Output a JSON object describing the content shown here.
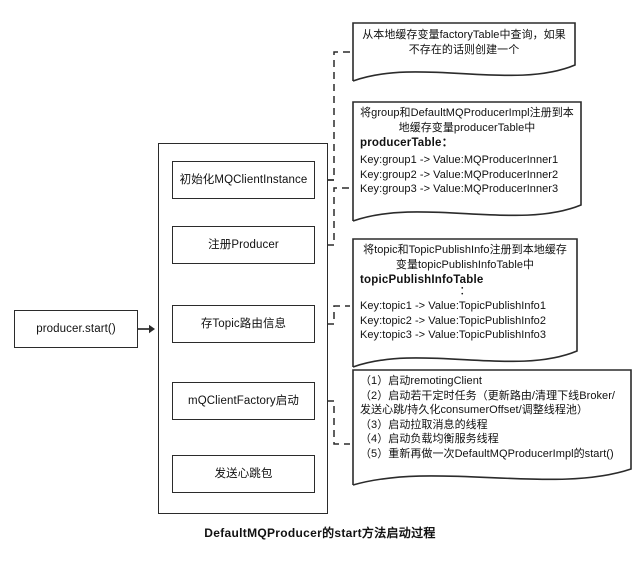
{
  "diagram": {
    "caption": "DefaultMQProducer的start方法启动过程",
    "entry": {
      "label": "producer.start()"
    },
    "flow_nodes": [
      {
        "label": "初始化MQClientInstance"
      },
      {
        "label": "注册Producer"
      },
      {
        "label": "存Topic路由信息"
      },
      {
        "label": "mQClientFactory启动"
      },
      {
        "label": "发送心跳包"
      }
    ],
    "annotations": [
      {
        "id": "factory-table-note",
        "head": "从本地缓存变量factoryTable中查询，如果不存在的话则创建一个",
        "key_title": "",
        "colon": "",
        "rows": []
      },
      {
        "id": "producer-table-note",
        "head": "将group和DefaultMQProducerImpl注册到本地缓存变量producerTable中",
        "key_title": "producerTable：",
        "colon": "",
        "rows": [
          "Key:group1 -> Value:MQProducerInner1",
          "Key:group2 -> Value:MQProducerInner2",
          "Key:group3 -> Value:MQProducerInner3"
        ]
      },
      {
        "id": "topic-publish-info-table-note",
        "head": "将topic和TopicPublishInfo注册到本地缓存变量topicPublishInfoTable中",
        "key_title": "topicPublishInfoTable",
        "colon": "：",
        "rows": [
          "Key:topic1 -> Value:TopicPublishInfo1",
          "Key:topic2 -> Value:TopicPublishInfo2",
          "Key:topic3 -> Value:TopicPublishInfo3"
        ]
      },
      {
        "id": "mqclientfactory-start-note",
        "head": "",
        "key_title": "",
        "colon": "",
        "rows": [
          "（1）启动remotingClient",
          "（2）启动若干定时任务（更新路由/清理下线Broker/发送心跳/持久化consumerOffset/调整线程池）",
          "（3）启动拉取消息的线程",
          "（4）启动负载均衡服务线程",
          "（5）重新再做一次DefaultMQProducerImpl的start()"
        ]
      }
    ],
    "colors": {
      "stroke": "#2b2b2b",
      "background": "#ffffff",
      "text": "#111111"
    }
  }
}
